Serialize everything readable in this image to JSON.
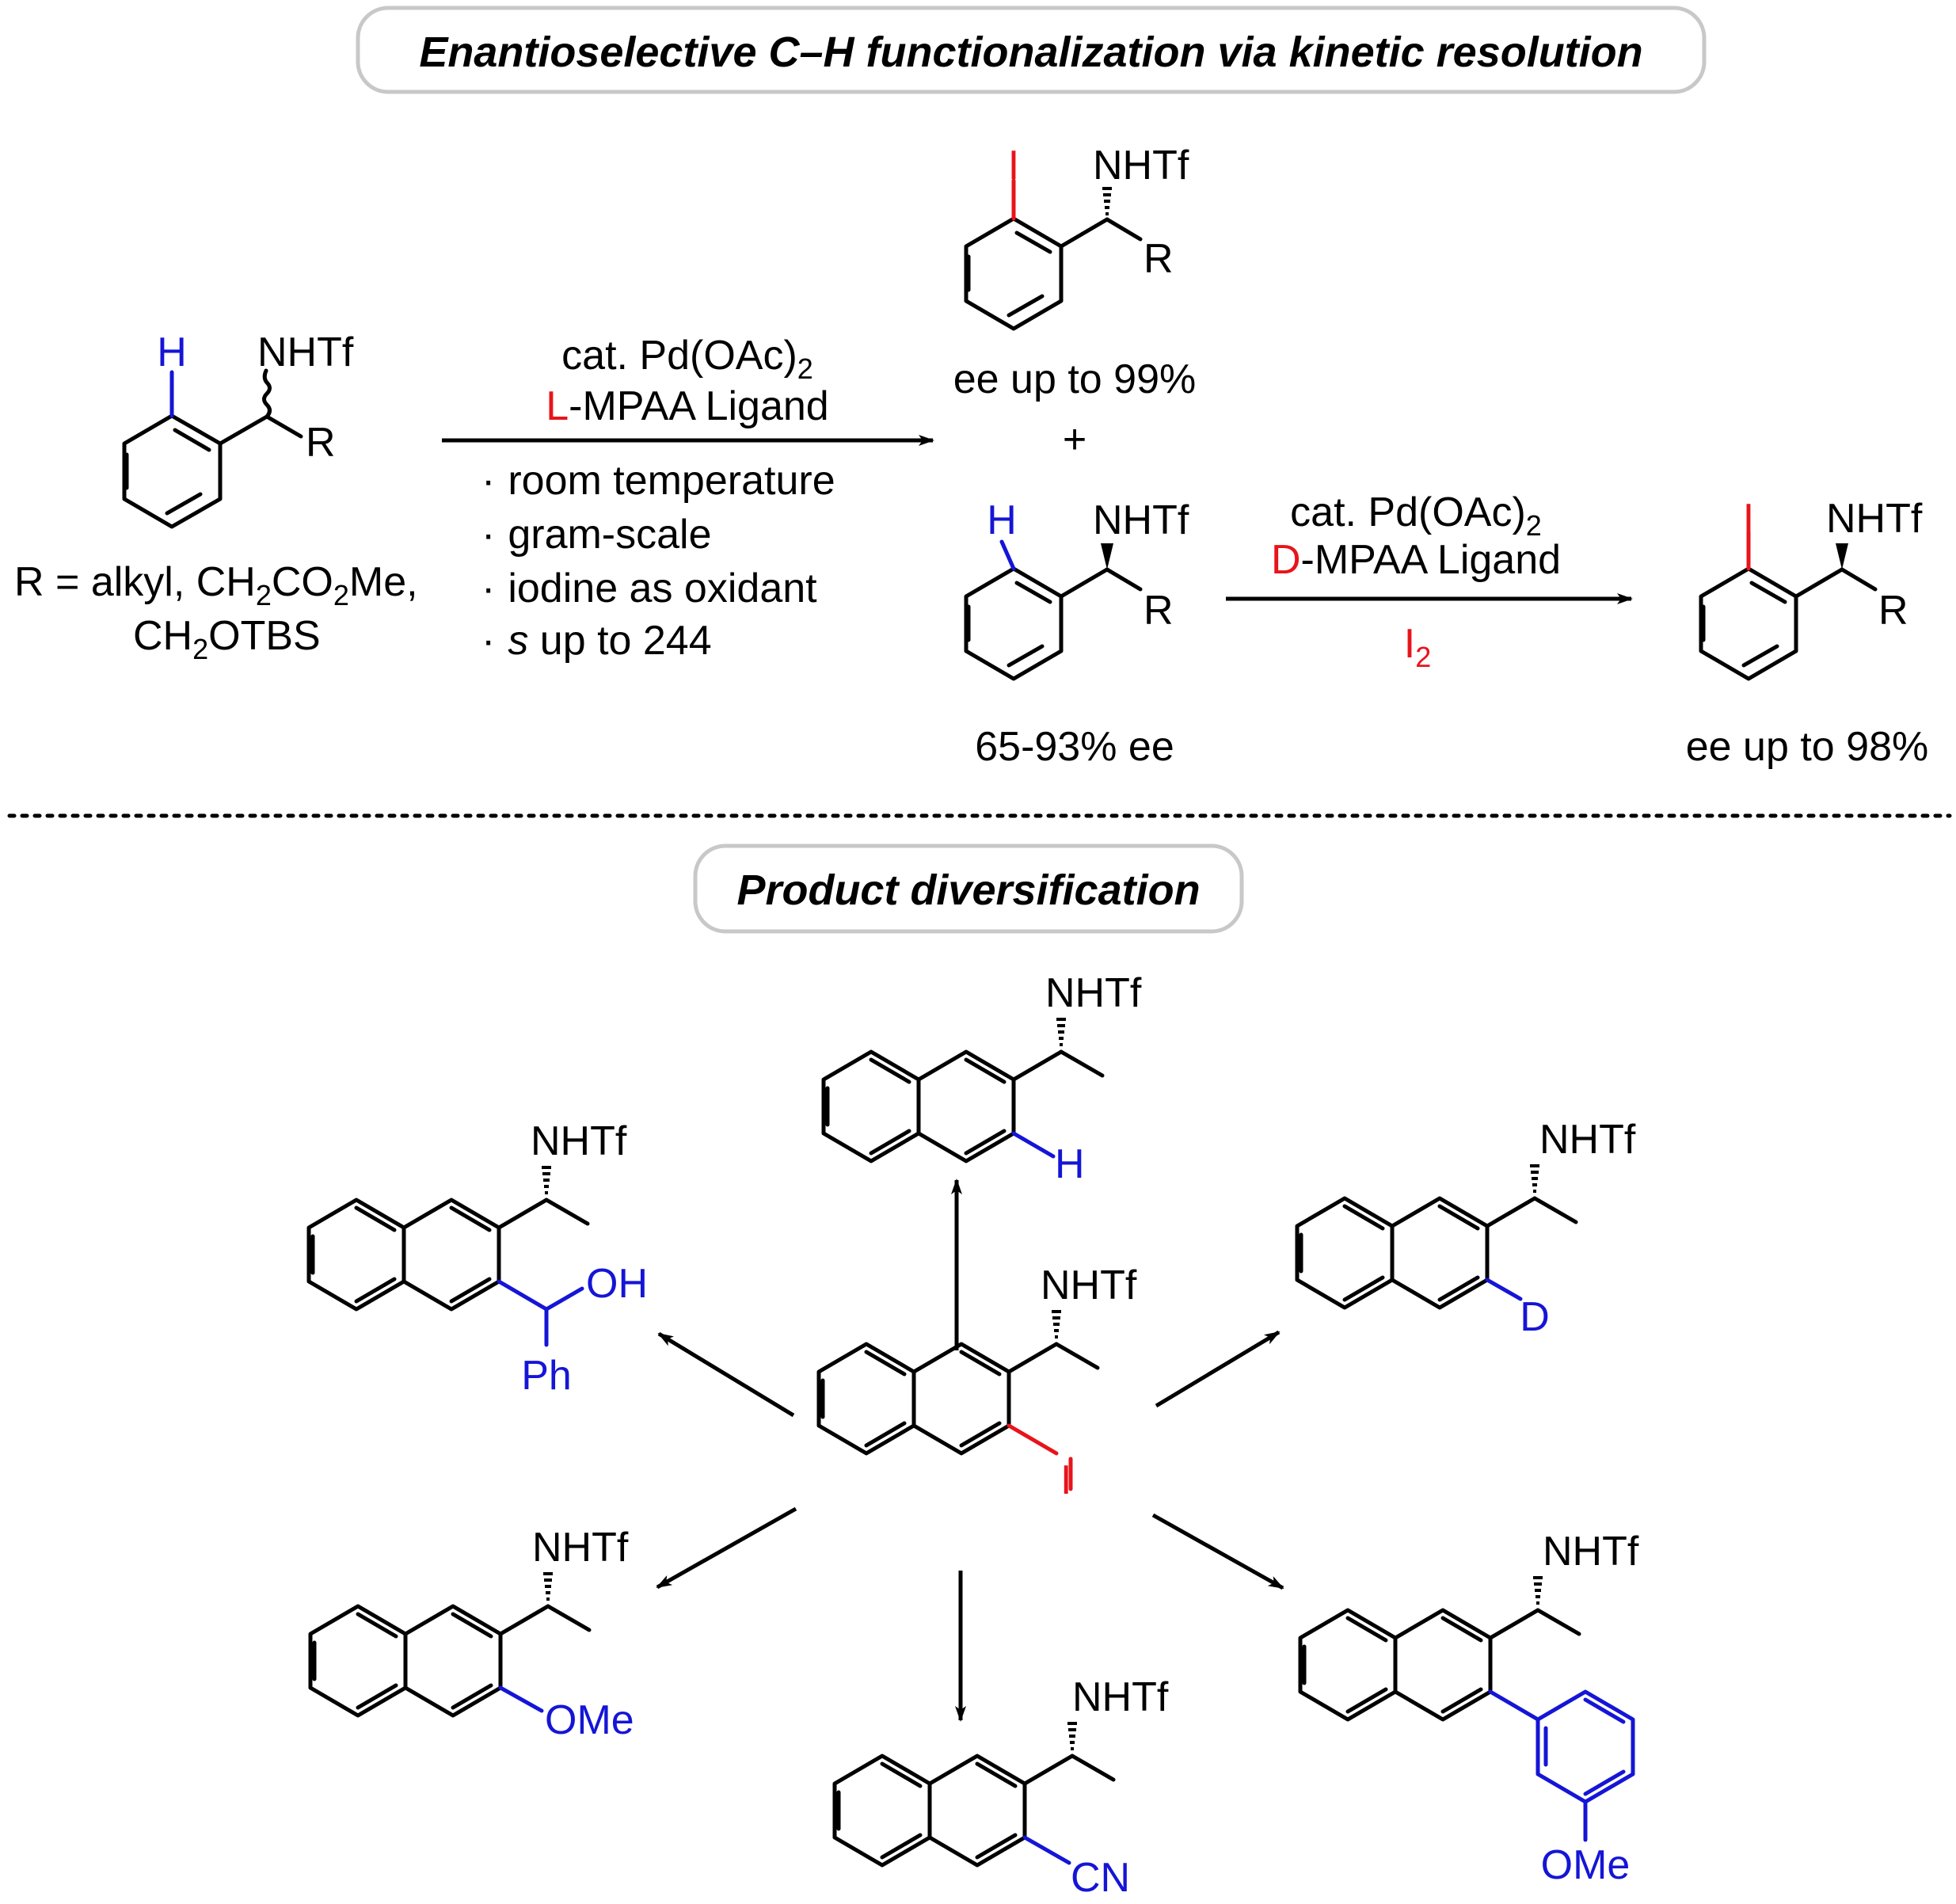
{
  "header_title": "Enantioselective C–H functionalization via kinetic resolution",
  "section_title": "Product diversification",
  "colors": {
    "blue": "#1515d6",
    "red": "#e8141b",
    "box_border": "#c8c8c8"
  },
  "reaction1": {
    "catalyst_prefix": "cat. Pd(OAc)",
    "catalyst_sub": "2",
    "ligand_letter": "L",
    "ligand_rest": "-MPAA Ligand",
    "conditions": [
      {
        "bullet": "·",
        "text": "room temperature"
      },
      {
        "bullet": "·",
        "text": "gram-scale"
      },
      {
        "bullet": "·",
        "text": "iodine as oxidant"
      },
      {
        "bullet": "·",
        "italic": "s",
        "text": " up to 244"
      }
    ]
  },
  "reaction2": {
    "catalyst_prefix": "cat. Pd(OAc)",
    "catalyst_sub": "2",
    "ligand_letter": "D",
    "ligand_rest": "-MPAA Ligand",
    "oxidant": "I",
    "oxidant_sub": "2"
  },
  "substrate": {
    "h_label": "H",
    "nhtf_label": "NHTf",
    "r_label": "R",
    "r_def_1a": "R = alkyl, CH",
    "r_def_1b": "2",
    "r_def_1c": "CO",
    "r_def_1d": "2",
    "r_def_1e": "Me,",
    "r_def_2a": "CH",
    "r_def_2b": "2",
    "r_def_2c": "OTBS"
  },
  "product_iodo": {
    "i_label": "I",
    "nhtf_label": "NHTf",
    "r_label": "R",
    "ee": "ee up to 99%"
  },
  "plus": "+",
  "recovered": {
    "h_label": "H",
    "nhtf_label": "NHTf",
    "r_label": "R",
    "ee": "65-93% ee"
  },
  "product_d": {
    "i_label": "I",
    "nhtf_label": "NHTf",
    "r_label": "R",
    "ee": "ee up to 98%"
  },
  "diversification": {
    "center": {
      "nhtf": "NHTf",
      "substituent": "I"
    },
    "top": {
      "nhtf": "NHTf",
      "substituent": "H"
    },
    "upper_left": {
      "nhtf": "NHTf",
      "oh": "OH",
      "ph": "Ph"
    },
    "upper_right": {
      "nhtf": "NHTf",
      "substituent": "D"
    },
    "lower_left": {
      "nhtf": "NHTf",
      "substituent": "OMe"
    },
    "bottom": {
      "nhtf": "NHTf",
      "substituent": "CN"
    },
    "lower_right": {
      "nhtf": "NHTf",
      "substituent": "OMe"
    }
  }
}
